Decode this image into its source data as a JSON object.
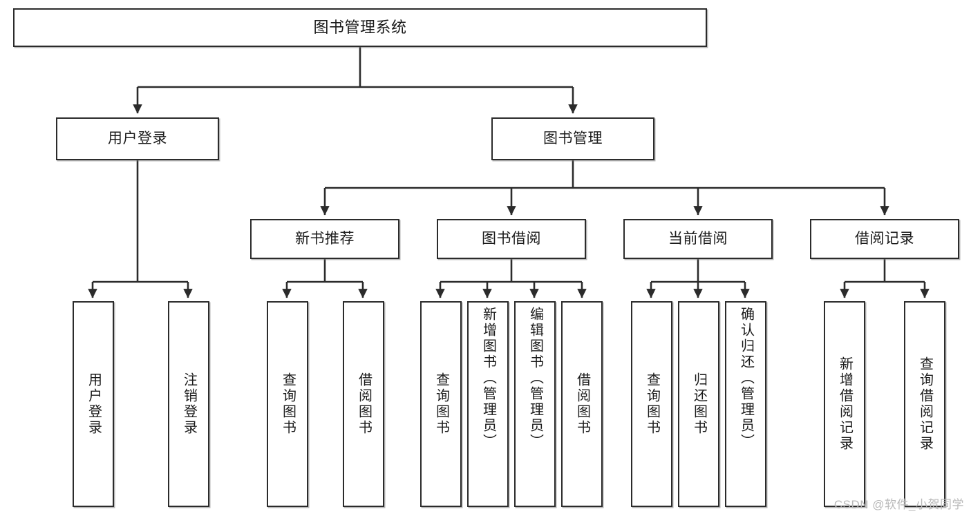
{
  "diagram": {
    "type": "tree",
    "title": "图书管理系统",
    "orientation": "top-down",
    "line_color": "#2b2b2b",
    "box_fill": "#ffffff",
    "text_color": "#1b1b1b"
  },
  "root": {
    "label": "图书管理系统"
  },
  "level2": [
    {
      "label": "用户登录"
    },
    {
      "label": "图书管理"
    }
  ],
  "level3": [
    {
      "label": "新书推荐"
    },
    {
      "label": "图书借阅"
    },
    {
      "label": "当前借阅"
    },
    {
      "label": "借阅记录"
    }
  ],
  "leaves": {
    "user_login": [
      {
        "label": "用户登录"
      },
      {
        "label": "注销登录"
      }
    ],
    "new_book_recommend": [
      {
        "label": "查询图书"
      },
      {
        "label": "借阅图书"
      }
    ],
    "book_borrow": [
      {
        "label": "查询图书"
      },
      {
        "label": "新增图书（管理员）"
      },
      {
        "label": "编辑图书（管理员）"
      },
      {
        "label": "借阅图书"
      }
    ],
    "current_borrow": [
      {
        "label": "查询图书"
      },
      {
        "label": "归还图书"
      },
      {
        "label": "确认归还（管理员）"
      }
    ],
    "borrow_record": [
      {
        "label": "新增借阅记录"
      },
      {
        "label": "查询借阅记录"
      }
    ]
  },
  "watermark": {
    "text": "CSDN @软件_小贺同学"
  }
}
